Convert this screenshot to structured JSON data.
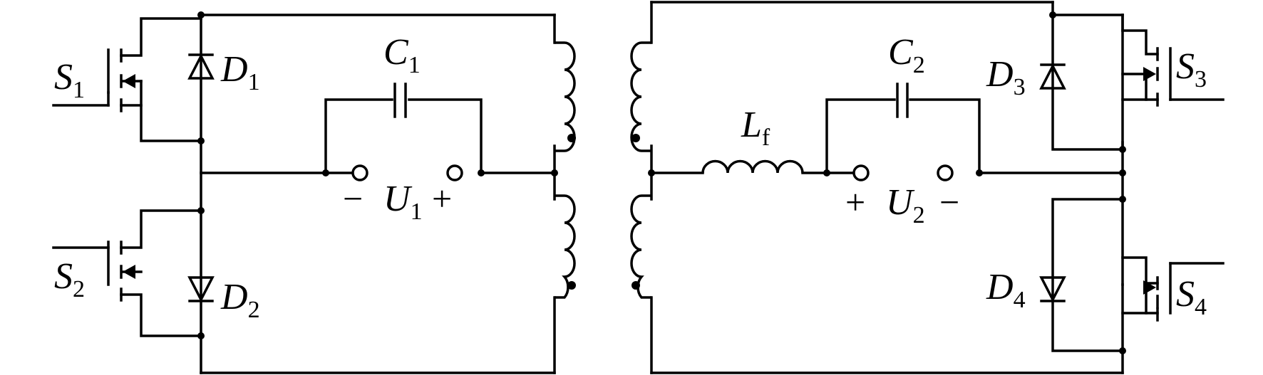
{
  "components": {
    "S1": {
      "main": "S",
      "sub": "1"
    },
    "S2": {
      "main": "S",
      "sub": "2"
    },
    "S3": {
      "main": "S",
      "sub": "3"
    },
    "S4": {
      "main": "S",
      "sub": "4"
    },
    "D1": {
      "main": "D",
      "sub": "1"
    },
    "D2": {
      "main": "D",
      "sub": "2"
    },
    "D3": {
      "main": "D",
      "sub": "3"
    },
    "D4": {
      "main": "D",
      "sub": "4"
    },
    "C1": {
      "main": "C",
      "sub": "1"
    },
    "C2": {
      "main": "C",
      "sub": "2"
    },
    "Lf": {
      "main": "L",
      "sub": "f"
    },
    "U1": {
      "main": "U",
      "sub": "1",
      "minus": "−",
      "plus": "+"
    },
    "U2": {
      "main": "U",
      "sub": "2",
      "minus": "−",
      "plus": "+"
    }
  }
}
